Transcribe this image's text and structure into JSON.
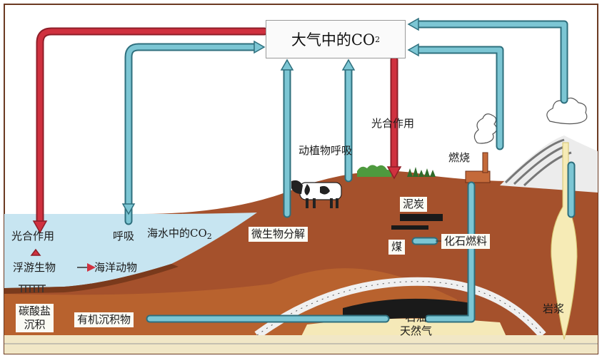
{
  "central_box": {
    "prefix": "大气中的CO",
    "subscript": "2"
  },
  "arrows_text": {
    "photosynthesis_land": "光合作用",
    "photosynthesis_sea": "光合作用",
    "respiration_sea": "呼吸",
    "respiration_land": "动植物呼吸",
    "combustion": "燃烧",
    "decomposition": "微生物分解"
  },
  "sea": {
    "co2_prefix": "海水中的CO",
    "co2_subscript": "2",
    "plankton": "浮游生物",
    "marine_animals": "海洋动物",
    "carbonate": [
      "碳酸盐",
      "沉积"
    ],
    "organic_sediment": "有机沉积物"
  },
  "land": {
    "peat": "泥炭",
    "coal": "煤",
    "fossil_fuel": "化石燃料",
    "oil_gas": [
      "石油",
      "天然气"
    ],
    "magma": "岩浆"
  },
  "colors": {
    "red_arrow": "#d0313f",
    "blue_pipe": "#4ba3b5",
    "earth": "#a5512c",
    "sea": "#c7e5f1",
    "magma": "#f6ebb6"
  }
}
